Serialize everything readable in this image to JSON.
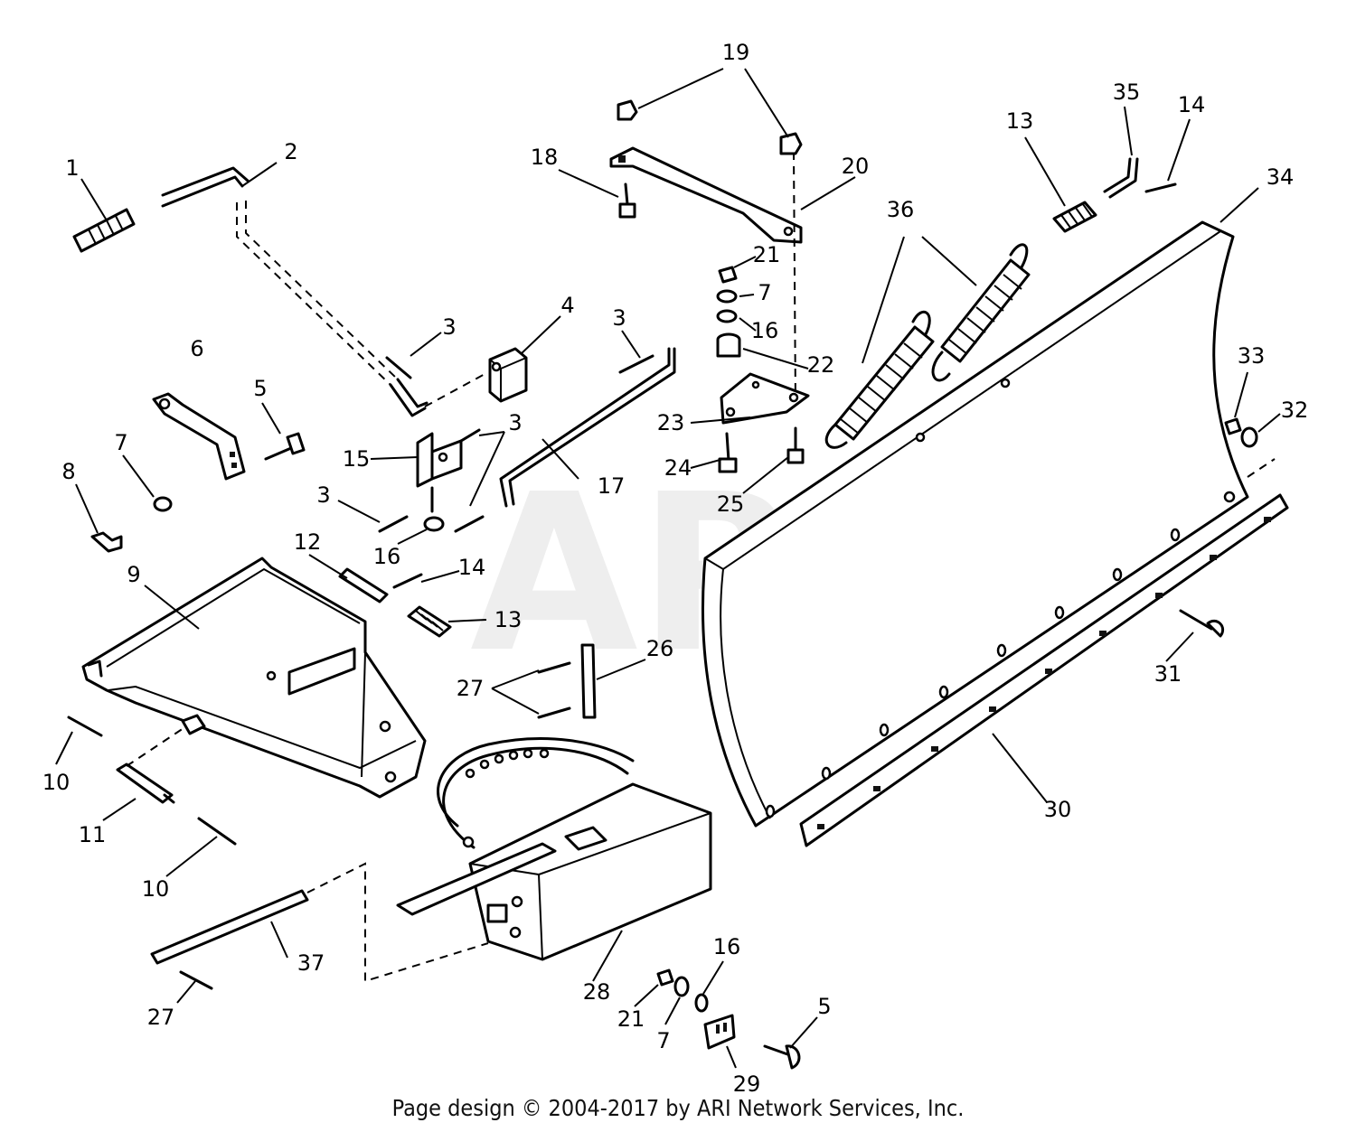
{
  "watermark": "ARI",
  "footer": "Page design © 2004-2017 by ARI Network Services, Inc.",
  "callouts": {
    "c1": "1",
    "c2": "2",
    "c3a": "3",
    "c3b": "3",
    "c3c": "3",
    "c3d": "3",
    "c4": "4",
    "c5a": "5",
    "c5b": "5",
    "c6": "6",
    "c7a": "7",
    "c7b": "7",
    "c7c": "7",
    "c8": "8",
    "c9": "9",
    "c10a": "10",
    "c10b": "10",
    "c11": "11",
    "c12": "12",
    "c13a": "13",
    "c13b": "13",
    "c14a": "14",
    "c14b": "14",
    "c15": "15",
    "c16a": "16",
    "c16b": "16",
    "c16c": "16",
    "c17": "17",
    "c18": "18",
    "c19": "19",
    "c20": "20",
    "c21a": "21",
    "c21b": "21",
    "c22": "22",
    "c23": "23",
    "c24": "24",
    "c25": "25",
    "c26": "26",
    "c27a": "27",
    "c27b": "27",
    "c28": "28",
    "c29": "29",
    "c30": "30",
    "c31": "31",
    "c32": "32",
    "c33": "33",
    "c34": "34",
    "c35": "35",
    "c36": "36",
    "c37": "37"
  }
}
